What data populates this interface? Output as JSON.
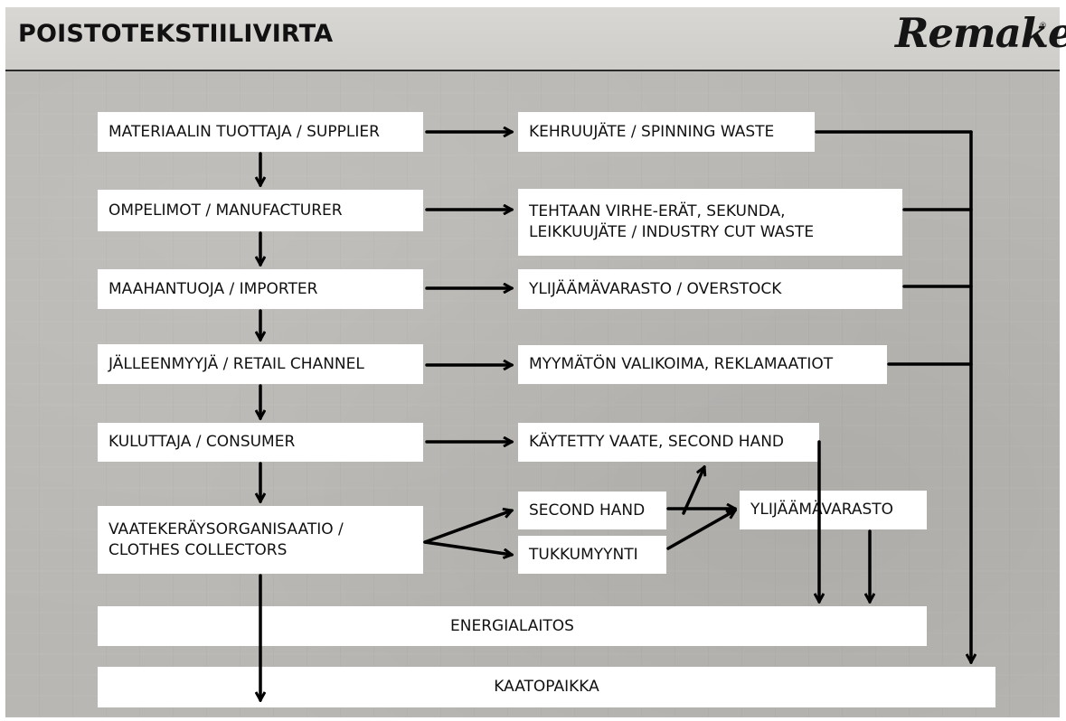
{
  "title": "POISTOTEKSTIILIVIRTA",
  "logo": {
    "text": "Remake",
    "mark": "®"
  },
  "chain": [
    "MATERIAALIN TUOTTAJA / SUPPLIER",
    "OMPELIMOT / MANUFACTURER",
    "MAAHANTUOJA / IMPORTER",
    "JÄLLEENMYYJÄ / RETAIL CHANNEL",
    "KULUTTAJA / CONSUMER"
  ],
  "collectors": {
    "line1": "VAATEKERÄYSORGANISAATIO /",
    "line2": "CLOTHES COLLECTORS"
  },
  "waste": {
    "spinning": "KEHRUUJÄTE / SPINNING WASTE",
    "factory_line1": "TEHTAAN VIRHE-ERÄT, SEKUNDA,",
    "factory_line2": "LEIKKUUJÄTE / INDUSTRY CUT WASTE",
    "overstock": "YLIJÄÄMÄVARASTO / OVERSTOCK",
    "unsold": "MYYMÄTÖN VALIKOIMA, REKLAMAATIOT",
    "used": "KÄYTETTY VAATE, SECOND HAND"
  },
  "second_hand": "SECOND HAND",
  "wholesale": "TUKKUMYYNTI",
  "surplus": "YLIJÄÄMÄVARASTO",
  "energy": "ENERGIALAITOS",
  "landfill": "KAATOPAIKKA",
  "colors": {
    "background": "#b9b7b3",
    "box": "#ffffff",
    "arrow": "#000000"
  }
}
